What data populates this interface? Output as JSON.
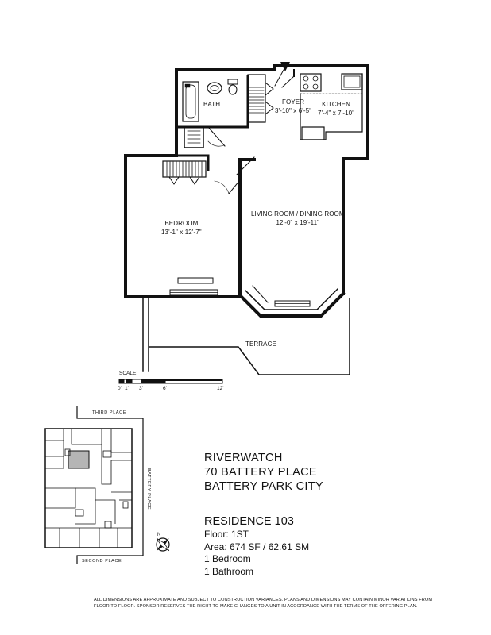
{
  "rooms": {
    "bath": {
      "name": "BATH"
    },
    "foyer": {
      "name": "FOYER",
      "dims": "3'-10\" x 6'-5\""
    },
    "kitchen": {
      "name": "KITCHEN",
      "dims": "7'-4\" x 7'-10\""
    },
    "bedroom": {
      "name": "BEDROOM",
      "dims": "13'-1\" x 12'-7\""
    },
    "living": {
      "name": "LIVING ROOM / DINING ROOM",
      "dims": "12'-0\" x 19'-11\""
    },
    "terrace": {
      "name": "TERRACE"
    }
  },
  "scale": {
    "label": "SCALE:",
    "ticks": [
      "0'",
      "1'",
      "3'",
      "6'",
      "12'"
    ]
  },
  "keyplan": {
    "streets": {
      "top": "THIRD PLACE",
      "right": "BATTERY PLACE",
      "bottom": "SECOND PLACE"
    },
    "highlight_color": "#b5b5b5"
  },
  "building": {
    "line1": "RIVERWATCH",
    "line2": "70 BATTERY PLACE",
    "line3": "BATTERY PARK CITY"
  },
  "residence": {
    "title": "RESIDENCE 103",
    "floor": "Floor:  1ST",
    "area": "Area: 674 SF / 62.61 SM",
    "bedrooms": "1 Bedroom",
    "bathrooms": "1 Bathroom"
  },
  "disclaimer": "ALL DIMENSIONS ARE APPROXIMATE AND SUBJECT TO CONSTRUCTION VARIANCES.  PLANS AND DIMENSIONS MAY CONTAIN MINOR VARIATIONS FROM FLOOR TO FLOOR.  SPONSOR RESERVES THE RIGHT TO MAKE CHANGES TO A UNIT IN ACCORDANCE  WITH THE TERMS OF THE OFFERING PLAN."
}
